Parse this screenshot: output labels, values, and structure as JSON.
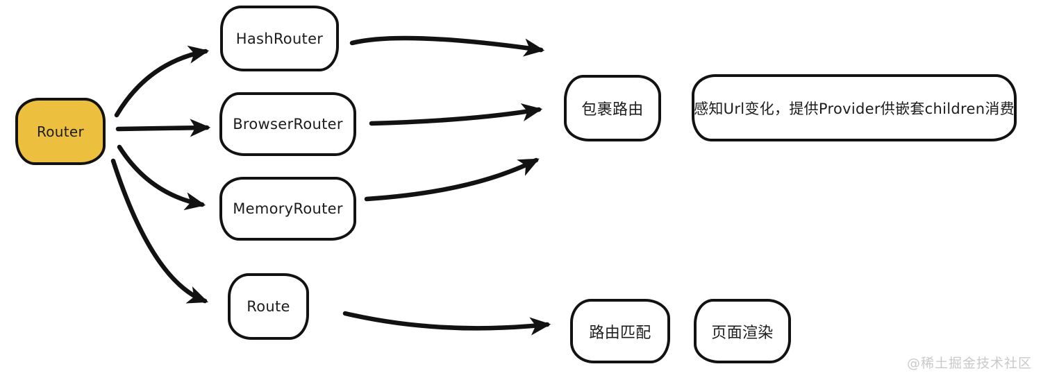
{
  "diagram": {
    "nodes": {
      "router": {
        "label": "Router"
      },
      "hash_router": {
        "label": "HashRouter"
      },
      "browser_router": {
        "label": "BrowserRouter"
      },
      "memory_router": {
        "label": "MemoryRouter"
      },
      "route": {
        "label": "Route"
      },
      "wrap_route": {
        "label": "包裹路由"
      },
      "provider_note": {
        "label": "感知Url变化，提供Provider供嵌套children消费"
      },
      "route_match": {
        "label": "路由匹配"
      },
      "page_render": {
        "label": "页面渲染"
      }
    },
    "edges": [
      {
        "from": "router",
        "to": "hash_router"
      },
      {
        "from": "router",
        "to": "browser_router"
      },
      {
        "from": "router",
        "to": "memory_router"
      },
      {
        "from": "router",
        "to": "route"
      },
      {
        "from": "hash_router",
        "to": "wrap_route"
      },
      {
        "from": "browser_router",
        "to": "wrap_route"
      },
      {
        "from": "memory_router",
        "to": "wrap_route"
      },
      {
        "from": "route",
        "to": "route_match"
      }
    ],
    "watermark": "@稀土掘金技术社区",
    "colors": {
      "router_fill": "#ecbf3e",
      "node_fill": "#ffffff",
      "stroke": "#121212",
      "watermark": "#c9c9c9",
      "background": "#ffffff"
    }
  }
}
